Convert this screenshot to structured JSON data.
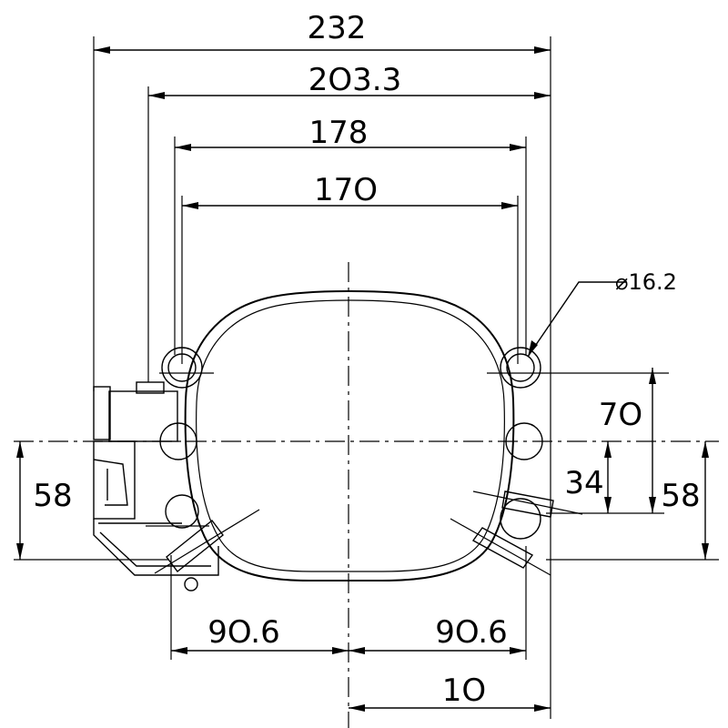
{
  "dimensions": {
    "width_232": "232",
    "width_203": "2O3.3",
    "width_178": "178",
    "width_170": "17O",
    "hole_diameter": "⌀16.2",
    "height_70": "7O",
    "height_34": "34",
    "height_58_right": "58",
    "height_58_left": "58",
    "offset_90_left": "9O.6",
    "offset_90_right": "9O.6",
    "offset_10": "1O"
  }
}
